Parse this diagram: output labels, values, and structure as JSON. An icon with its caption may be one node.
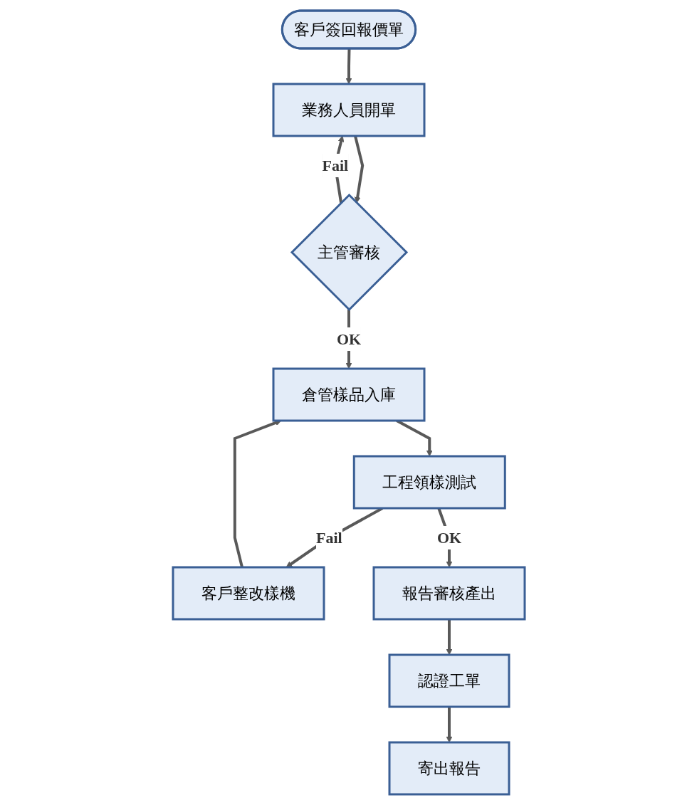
{
  "diagram": {
    "nodes": [
      {
        "text": [
          "客戶簽回報價單"
        ]
      },
      {
        "text": [
          "業務人員開單"
        ]
      },
      {
        "text": [
          "主管審核"
        ]
      },
      {
        "text": [
          "倉管樣品入庫"
        ]
      },
      {
        "text": [
          "工程領樣測試"
        ]
      },
      {
        "text": [
          "客戶整改樣機"
        ]
      },
      {
        "text": [
          "報告審核產出"
        ]
      },
      {
        "text": [
          "認證工單"
        ]
      },
      {
        "text": [
          "寄出報告"
        ]
      }
    ],
    "edges": [
      {
        "from": 0,
        "to": 1,
        "arrow": "to"
      },
      {
        "from": 1,
        "to": 2,
        "arrow": "to"
      },
      {
        "from": 2,
        "to": 3,
        "label": "OK",
        "arrow": "to"
      },
      {
        "from": 2,
        "to": 1,
        "label": "Fail",
        "arrow": "to"
      },
      {
        "from": 3,
        "to": 4,
        "arrow": "to"
      },
      {
        "from": 4,
        "to": 5,
        "label": "Fail",
        "arrow": "to"
      },
      {
        "from": 5,
        "to": 3,
        "arrow": "to"
      },
      {
        "from": 4,
        "to": 6,
        "label": "OK",
        "arrow": "to"
      },
      {
        "from": 6,
        "to": 7,
        "arrow": "to"
      },
      {
        "from": 7,
        "to": 8,
        "arrow": "to"
      }
    ]
  }
}
